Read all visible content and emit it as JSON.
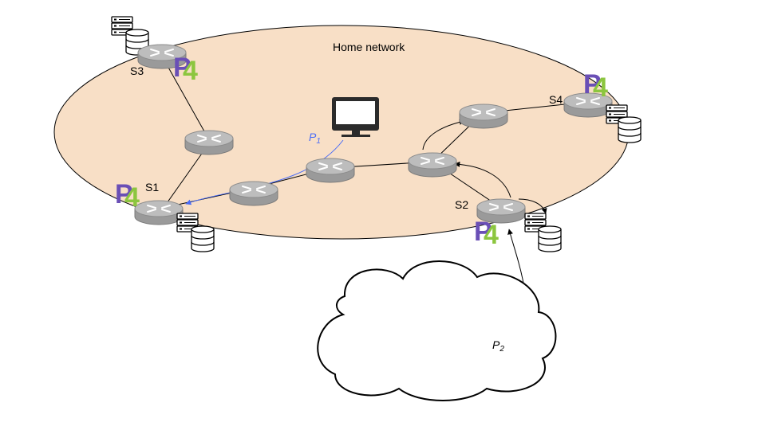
{
  "title": "Home network",
  "switch_labels": {
    "s1": "S1",
    "s2": "S2",
    "s3": "S3",
    "s4": "S4"
  },
  "paths": {
    "p1": {
      "base": "P",
      "sub": "1",
      "color": "#4a6cf7"
    },
    "p2": {
      "base": "P",
      "sub": "2",
      "color": "#000000"
    }
  },
  "p4_logo": {
    "p": "P",
    "four": "4",
    "p_color": "#6a4fb6",
    "four_color": "#8cc63f"
  },
  "colors": {
    "network_fill": "#f8dfc6",
    "router_fill": "#b3b3b3",
    "router_stroke": "#8c8c8c",
    "link": "#000000"
  },
  "icons": [
    "router-icon",
    "server-rack-icon",
    "database-icon",
    "monitor-icon",
    "cloud-icon",
    "p4-logo-icon"
  ]
}
